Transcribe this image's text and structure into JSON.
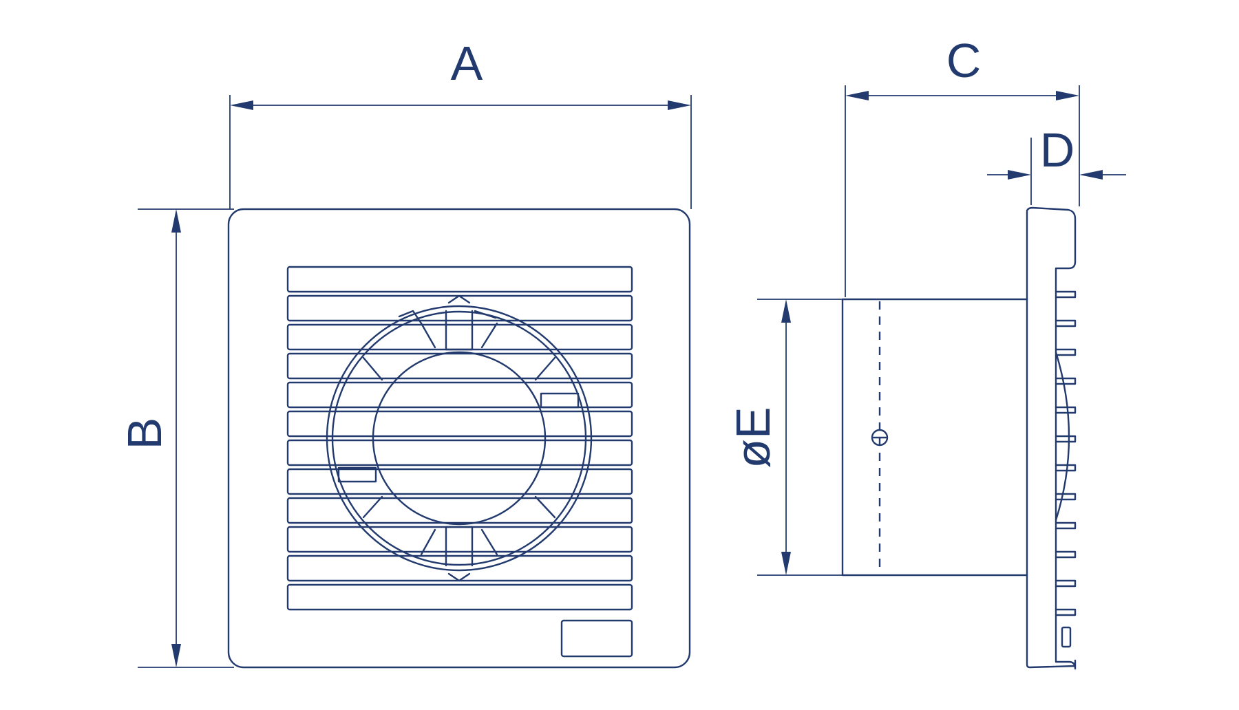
{
  "diagram": {
    "labels": {
      "width": "A",
      "height": "B",
      "depth": "C",
      "flange": "D",
      "diameter": "øE"
    },
    "colors": {
      "line": "#223a6e",
      "background": "#ffffff"
    }
  }
}
